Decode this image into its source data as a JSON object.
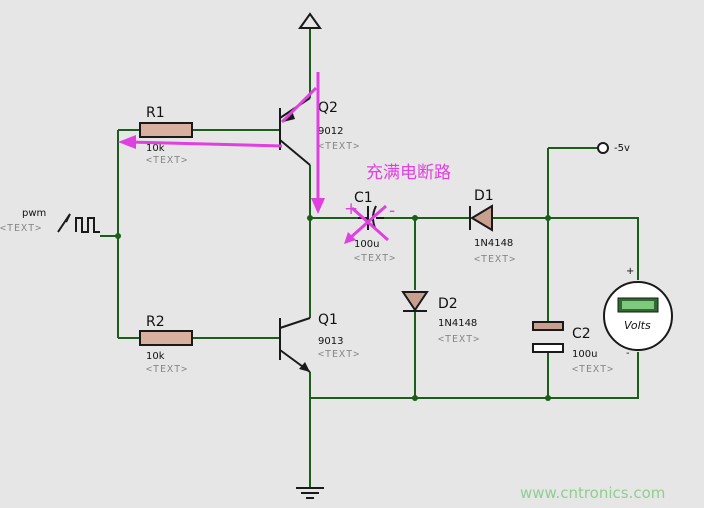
{
  "annotation": "充满电断路",
  "watermark": "www.cntronics.com",
  "source": {
    "label": "pwm",
    "text": "<TEXT>"
  },
  "supply_label": "-5v",
  "components": {
    "R1": {
      "name": "R1",
      "value": "10k",
      "text": "<TEXT>"
    },
    "R2": {
      "name": "R2",
      "value": "10k",
      "text": "<TEXT>"
    },
    "Q2": {
      "name": "Q2",
      "value": "9012",
      "text": "<TEXT>"
    },
    "Q1": {
      "name": "Q1",
      "value": "9013",
      "text": "<TEXT>"
    },
    "C1": {
      "name": "C1",
      "value": "100u",
      "text": "<TEXT>",
      "plus": "+",
      "minus": "-"
    },
    "D1": {
      "name": "D1",
      "value": "1N4148",
      "text": "<TEXT>"
    },
    "D2": {
      "name": "D2",
      "value": "1N4148",
      "text": "<TEXT>"
    },
    "C2": {
      "name": "C2",
      "value": "100u",
      "text": "<TEXT>"
    },
    "voltmeter": {
      "unit": "Volts",
      "plus": "+",
      "minus": "-"
    }
  }
}
